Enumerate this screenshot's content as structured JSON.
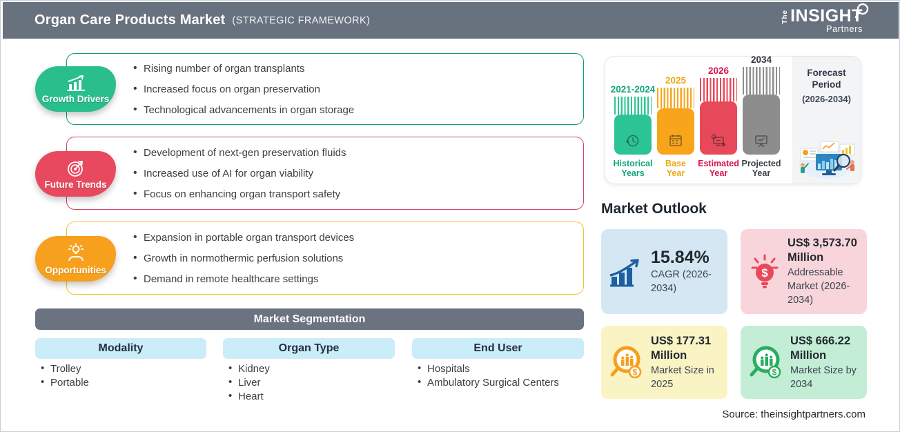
{
  "header": {
    "title": "Organ Care Products Market",
    "subtitle": "(STRATEGIC FRAMEWORK)"
  },
  "logo": {
    "the": "The",
    "insight": "INSIGHT",
    "partners": "Partners"
  },
  "framework": {
    "sections": [
      {
        "label": "Growth Drivers",
        "icon": "growth-chart-icon",
        "badge_color": "#29BE8B",
        "border_color": "#0E9C74",
        "bullets": [
          "Rising number of organ transplants",
          "Increased focus on organ preservation",
          "Technological advancements in organ storage"
        ]
      },
      {
        "label": "Future Trends",
        "icon": "target-dart-icon",
        "badge_color": "#E9495F",
        "border_color": "#D24660",
        "bullets": [
          "Development of next-gen preservation fluids",
          "Increased use of AI for organ viability",
          "Focus on enhancing organ transport safety"
        ]
      },
      {
        "label": "Opportunities",
        "icon": "idea-hand-icon",
        "badge_color": "#F6A01E",
        "border_color": "#F2C232",
        "bullets": [
          "Expansion in portable organ transport devices",
          "Growth in normothermic perfusion solutions",
          "Demand in remote healthcare settings"
        ]
      }
    ]
  },
  "segmentation": {
    "title": "Market Segmentation",
    "columns": [
      {
        "header": "Modality",
        "items": [
          "Trolley",
          "Portable"
        ]
      },
      {
        "header": "Organ Type",
        "items": [
          "Kidney",
          "Liver",
          "Heart"
        ]
      },
      {
        "header": "End User",
        "items": [
          "Hospitals",
          "Ambulatory Surgical Centers"
        ]
      }
    ]
  },
  "timeline": {
    "bars": [
      {
        "year": "2021-2024",
        "name": "Historical Years",
        "color": "#2CC494",
        "icon": "history-clock-icon"
      },
      {
        "year": "2025",
        "name": "Base Year",
        "color": "#F8A51B",
        "icon": "calendar-icon"
      },
      {
        "year": "2026",
        "name": "Estimated Year",
        "color": "#E8495A",
        "icon": "gear-monitor-icon"
      },
      {
        "year": "2034",
        "name": "Projected Year",
        "color": "#8D8D8D",
        "icon": "projector-screen-icon"
      }
    ],
    "forecast": {
      "title": "Forecast Period",
      "range": "(2026-2034)"
    }
  },
  "outlook": {
    "title": "Market Outlook",
    "cards": [
      {
        "value": "15.84%",
        "desc": "CAGR (2026-2034)",
        "bg": "#D5E7F3",
        "icon": "cagr-growth-icon"
      },
      {
        "value": "US$ 3,573.70 Million",
        "desc": "Addressable Market (2026-2034)",
        "bg": "#F8D5DA",
        "icon": "bulb-dollar-icon"
      },
      {
        "value": "US$ 177.31 Million",
        "desc": "Market Size in 2025",
        "bg": "#FAF3C4",
        "icon": "magnifier-chart-orange-icon"
      },
      {
        "value": "US$ 666.22 Million",
        "desc": "Market Size by 2034",
        "bg": "#C4EDD5",
        "icon": "magnifier-chart-green-icon"
      }
    ]
  },
  "source": "Source: theinsightpartners.com"
}
